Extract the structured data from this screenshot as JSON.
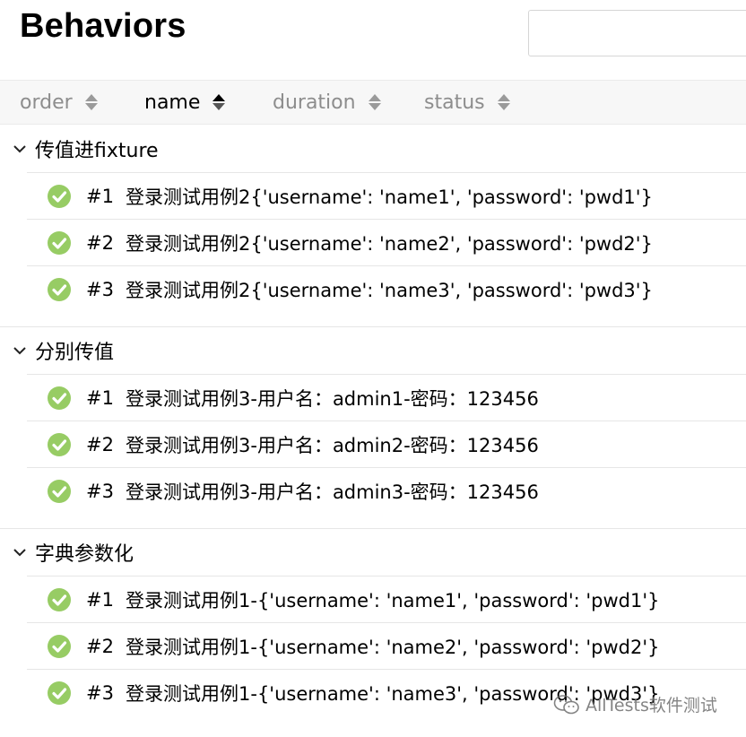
{
  "header": {
    "title": "Behaviors",
    "search_placeholder": ""
  },
  "sort": {
    "columns": [
      {
        "label": "order"
      },
      {
        "label": "name"
      },
      {
        "label": "duration"
      },
      {
        "label": "status"
      }
    ]
  },
  "groups": [
    {
      "title": "传值进fixture",
      "items": [
        {
          "num": "#1",
          "name": "登录测试用例2{'username': 'name1', 'password': 'pwd1'}",
          "status": "passed"
        },
        {
          "num": "#2",
          "name": "登录测试用例2{'username': 'name2', 'password': 'pwd2'}",
          "status": "passed"
        },
        {
          "num": "#3",
          "name": "登录测试用例2{'username': 'name3', 'password': 'pwd3'}",
          "status": "passed"
        }
      ]
    },
    {
      "title": "分别传值",
      "items": [
        {
          "num": "#1",
          "name": "登录测试用例3-用户名：admin1-密码：123456",
          "status": "passed"
        },
        {
          "num": "#2",
          "name": "登录测试用例3-用户名：admin2-密码：123456",
          "status": "passed"
        },
        {
          "num": "#3",
          "name": "登录测试用例3-用户名：admin3-密码：123456",
          "status": "passed"
        }
      ]
    },
    {
      "title": "字典参数化",
      "items": [
        {
          "num": "#1",
          "name": "登录测试用例1-{'username': 'name1', 'password': 'pwd1'}",
          "status": "passed"
        },
        {
          "num": "#2",
          "name": "登录测试用例1-{'username': 'name2', 'password': 'pwd2'}",
          "status": "passed"
        },
        {
          "num": "#3",
          "name": "登录测试用例1-{'username': 'name3', 'password': 'pwd3'}",
          "status": "passed"
        }
      ]
    }
  ],
  "watermark": {
    "text": "AllTests软件测试",
    "icon": "wechat-icon"
  },
  "colors": {
    "passed": "#97cc64",
    "active_sort": "#000000",
    "inactive_sort": "#8d8d8d"
  }
}
